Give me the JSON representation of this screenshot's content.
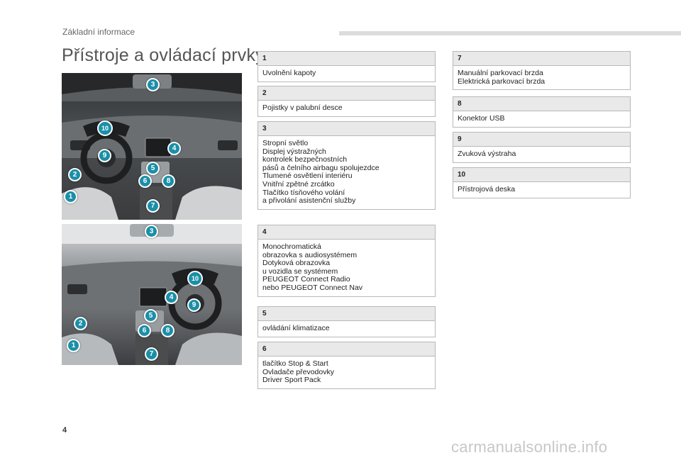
{
  "header": {
    "section": "Základní informace"
  },
  "page_title": "Přístroje a ovládací prvky",
  "photo_top": {
    "markers": [
      "3",
      "10",
      "4",
      "9",
      "5",
      "2",
      "6",
      "8",
      "1",
      "7"
    ]
  },
  "photo_bottom": {
    "markers": [
      "3",
      "10",
      "4",
      "9",
      "5",
      "2",
      "6",
      "8",
      "1",
      "7"
    ]
  },
  "items": [
    {
      "num": "1",
      "lines": [
        "Uvolnění kapoty"
      ]
    },
    {
      "num": "2",
      "lines": [
        "Pojistky v palubní desce"
      ]
    },
    {
      "num": "3",
      "lines": [
        "Stropní světlo",
        "Displej výstražných",
        "kontrolek bezpečnostních",
        "pásů a čelního airbagu spolujezdce",
        "Tlumené osvětlení interiéru",
        "Vnitřní zpětné zrcátko",
        "Tlačítko tísňového volání",
        "a přivolání asistenční služby"
      ]
    },
    {
      "num": "4",
      "lines": [
        "Monochromatická",
        "obrazovka s audiosystémem",
        "Dotyková obrazovka",
        "u vozidla se systémem",
        "PEUGEOT Connect Radio",
        "nebo PEUGEOT Connect Nav"
      ]
    },
    {
      "num": "5",
      "lines": [
        "ovládání klimatizace"
      ]
    },
    {
      "num": "6",
      "lines": [
        "tlačítko Stop & Start",
        "Ovladače převodovky",
        "Driver Sport Pack"
      ]
    },
    {
      "num": "7",
      "lines": [
        "Manuální parkovací brzda",
        "Elektrická parkovací brzda"
      ]
    },
    {
      "num": "8",
      "lines": [
        "Konektor USB"
      ]
    },
    {
      "num": "9",
      "lines": [
        "Zvuková výstraha"
      ]
    },
    {
      "num": "10",
      "lines": [
        "Přístrojová deska"
      ]
    }
  ],
  "footer": {
    "page_number": "4",
    "watermark": "carmanualsonline.info"
  }
}
